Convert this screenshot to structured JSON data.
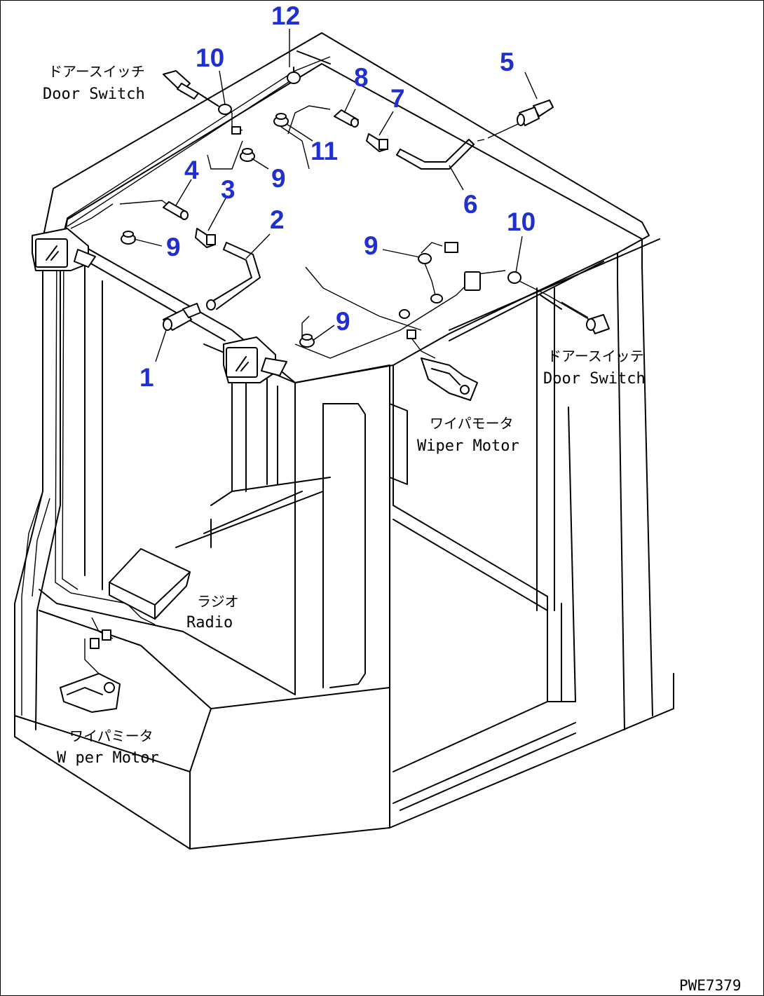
{
  "labels": {
    "door_switch_left_jp": "ドアースイッチ",
    "door_switch_left_en": "Door Switch",
    "door_switch_right_jp": "ドアースイッテ",
    "door_switch_right_en": "Door Switch",
    "wiper_motor_front_jp": "ワイパモータ",
    "wiper_motor_front_en": "Wiper Motor",
    "radio_jp": "ラジオ",
    "radio_en": "Radio",
    "wiper_motor_rear_jp": "ワイパミータ",
    "wiper_motor_rear_en": "W per Motor"
  },
  "part_numbers": {
    "p12": "12",
    "p10a": "10",
    "p8": "8",
    "p7": "7",
    "p5": "5",
    "p11": "11",
    "p9a": "9",
    "p4": "4",
    "p3": "3",
    "p2": "2",
    "p6": "6",
    "p9b": "9",
    "p9c": "9",
    "p10b": "10",
    "p9d": "9",
    "p1": "1"
  },
  "drawing_code": "PWE7379",
  "colors": {
    "callout": "#1f2fd0",
    "line": "#000000"
  }
}
